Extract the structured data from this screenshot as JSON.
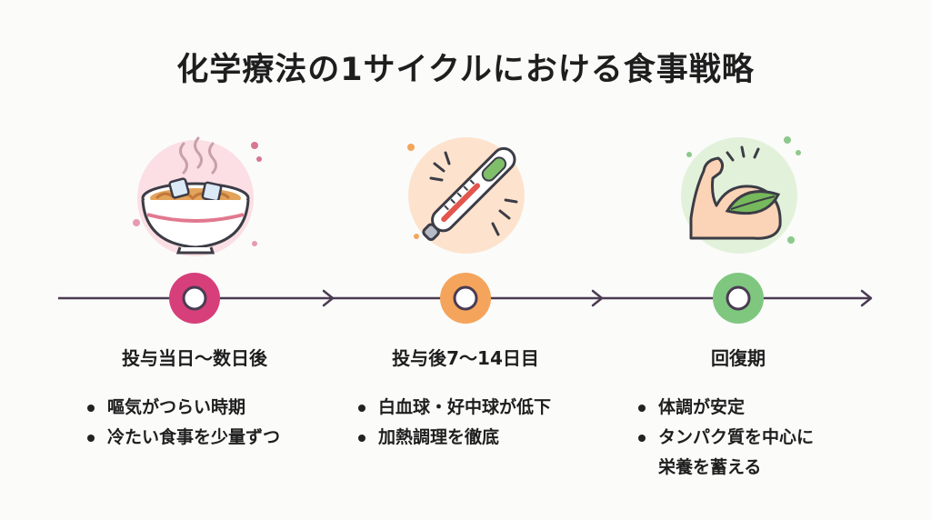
{
  "title": "化学療法の1サイクルにおける食事戦略",
  "colors": {
    "line": "#4a3b52",
    "phase1": "#d63f7a",
    "phase2": "#f4a55b",
    "phase3": "#7fc77f"
  },
  "phases": [
    {
      "label": "投与当日〜数日後",
      "icon": "noodle-bowl-icon",
      "bullets": [
        "嘔気がつらい時期",
        "冷たい食事を少量ずつ"
      ]
    },
    {
      "label": "投与後7〜14日目",
      "icon": "thermometer-icon",
      "bullets": [
        "白血球・好中球が低下",
        "加熱調理を徹底"
      ]
    },
    {
      "label": "回復期",
      "icon": "flexed-arm-leaf-icon",
      "bullets": [
        "体調が安定",
        "タンパク質を中心に",
        "栄養を蓄える"
      ]
    }
  ]
}
